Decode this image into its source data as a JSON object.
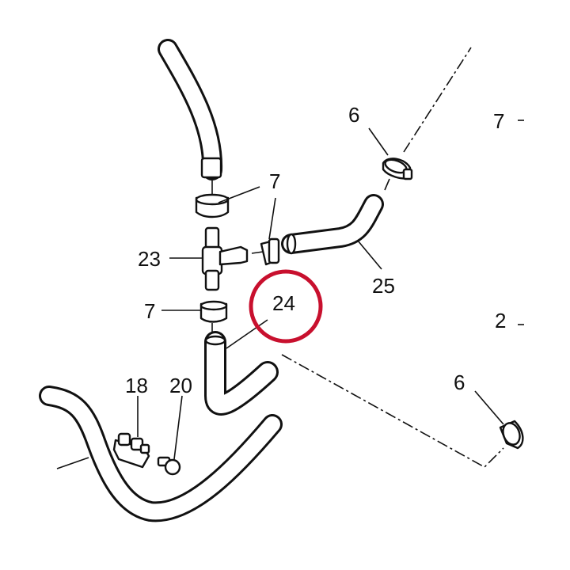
{
  "diagram": {
    "callouts": {
      "c6_top": "6",
      "c7_right": "7",
      "c7_upper": "7",
      "c23": "23",
      "c25": "25",
      "c24": "24",
      "c7_lower": "7",
      "c2_right": "2",
      "c18": "18",
      "c20": "20",
      "c6_bottom": "6"
    },
    "highlight_color": "#c8102e",
    "line_color": "#111111"
  }
}
